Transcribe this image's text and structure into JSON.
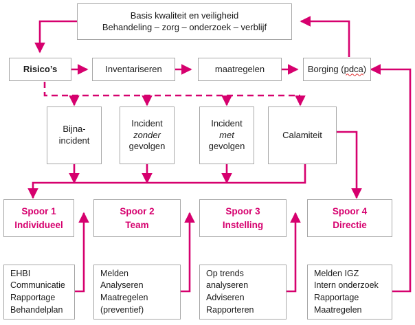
{
  "diagram": {
    "title_box": {
      "line1": "Basis kwaliteit en veiligheid",
      "line2": "Behandeling  – zorg – onderzoek – verblijf"
    },
    "process_row": [
      {
        "label": "Risico’s"
      },
      {
        "label": "Inventariseren"
      },
      {
        "label": "maatregelen"
      },
      {
        "label_prefix": "Borging (",
        "label_misspelled": "pdca",
        "label_suffix": ")"
      }
    ],
    "incident_row": [
      {
        "line1": "Bijna-",
        "line2": "incident",
        "line3": ""
      },
      {
        "line1": "Incident",
        "line2": "zonder",
        "line3": "gevolgen",
        "italic_line": 2
      },
      {
        "line1": "Incident",
        "line2": "met",
        "line3": "gevolgen",
        "italic_line": 2
      },
      {
        "line1": "Calamiteit",
        "line2": "",
        "line3": ""
      }
    ],
    "spoor_row": [
      {
        "line1": "Spoor 1",
        "line2": "Individueel"
      },
      {
        "line1": "Spoor 2",
        "line2": "Team"
      },
      {
        "line1": "Spoor 3",
        "line2": "Instelling"
      },
      {
        "line1": "Spoor 4",
        "line2": "Directie"
      }
    ],
    "detail_row": [
      {
        "items": [
          "EHBI",
          "Communicatie",
          "Rapportage",
          "Behandelplan"
        ]
      },
      {
        "items": [
          "Melden",
          "Analyseren",
          "Maatregelen",
          "(preventief)"
        ]
      },
      {
        "items": [
          "Op trends",
          "analyseren",
          "Adviseren",
          "Rapporteren"
        ]
      },
      {
        "items": [
          "Melden IGZ",
          "Intern onderzoek",
          "Rapportage",
          "Maatregelen"
        ]
      }
    ],
    "colors": {
      "accent": "#d6006e",
      "box_border": "#a6a6a6",
      "text": "#1a1a1a",
      "spellcheck": "#e03030",
      "background": "#ffffff"
    }
  }
}
